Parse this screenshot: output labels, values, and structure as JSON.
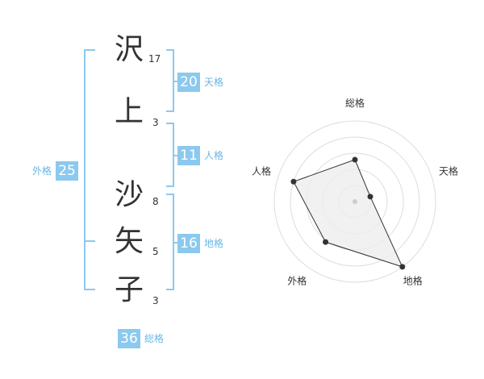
{
  "name": {
    "chars": [
      {
        "char": "沢",
        "strokes": "17"
      },
      {
        "char": "上",
        "strokes": "3"
      },
      {
        "char": "沙",
        "strokes": "8"
      },
      {
        "char": "矢",
        "strokes": "5"
      },
      {
        "char": "子",
        "strokes": "3"
      }
    ]
  },
  "kaku": {
    "tenkaku": {
      "value": "20",
      "label": "天格"
    },
    "jinkaku": {
      "value": "11",
      "label": "人格"
    },
    "chikaku": {
      "value": "16",
      "label": "地格"
    },
    "gaikaku": {
      "value": "25",
      "label": "外格"
    },
    "soukaku": {
      "value": "36",
      "label": "総格"
    }
  },
  "chart_data": {
    "type": "radar",
    "axes": [
      "総格",
      "天格",
      "地格",
      "外格",
      "人格"
    ],
    "values": [
      2.6,
      1.0,
      5.0,
      3.1,
      4.0
    ],
    "range": [
      0,
      5
    ],
    "rings": 5,
    "colors": {
      "fill": "#eeeeee",
      "line": "#333333",
      "grid": "#dddddd"
    }
  },
  "colors": {
    "accent": "#8cc9ee",
    "accent_text": "#6bb6e3"
  }
}
